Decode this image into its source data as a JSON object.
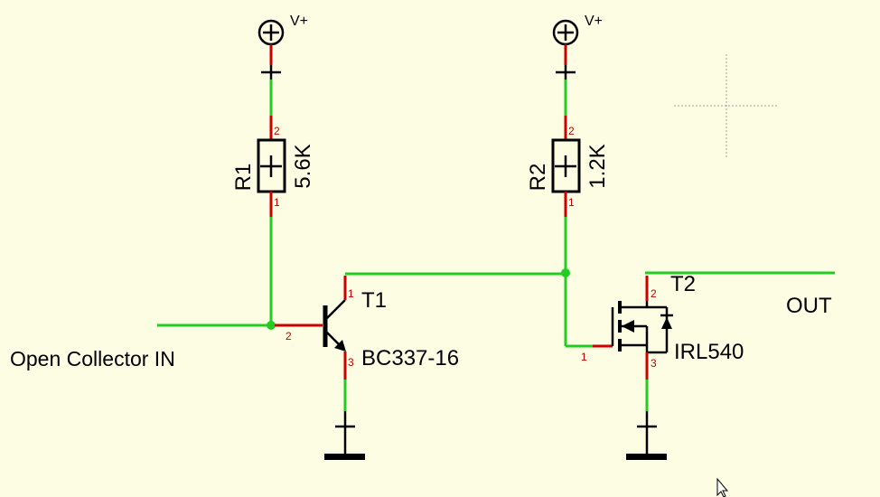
{
  "colors": {
    "background": "#fdfde3",
    "wire": "#22cc22",
    "pin": "#cc0000",
    "junction": "#22cc22",
    "symbol": "#000000",
    "crosshair": "#999999"
  },
  "supplies": [
    {
      "label": "V+"
    },
    {
      "label": "V+"
    }
  ],
  "resistors": [
    {
      "ref": "R1",
      "value": "5.6K",
      "pin_top": "2",
      "pin_bottom": "1"
    },
    {
      "ref": "R2",
      "value": "1.2K",
      "pin_top": "2",
      "pin_bottom": "1"
    }
  ],
  "transistors": [
    {
      "ref": "T1",
      "part": "BC337-16",
      "pin_collector": "1",
      "pin_base": "2",
      "pin_emitter": "3"
    },
    {
      "ref": "T2",
      "part": "IRL540",
      "pin_drain": "2",
      "pin_gate": "1",
      "pin_source": "3"
    }
  ],
  "signals": {
    "input": "Open Collector IN",
    "output": "OUT"
  },
  "icons": [
    "supply-plus-icon",
    "ground-icon",
    "cursor-arrow-icon",
    "crosshair-icon"
  ]
}
